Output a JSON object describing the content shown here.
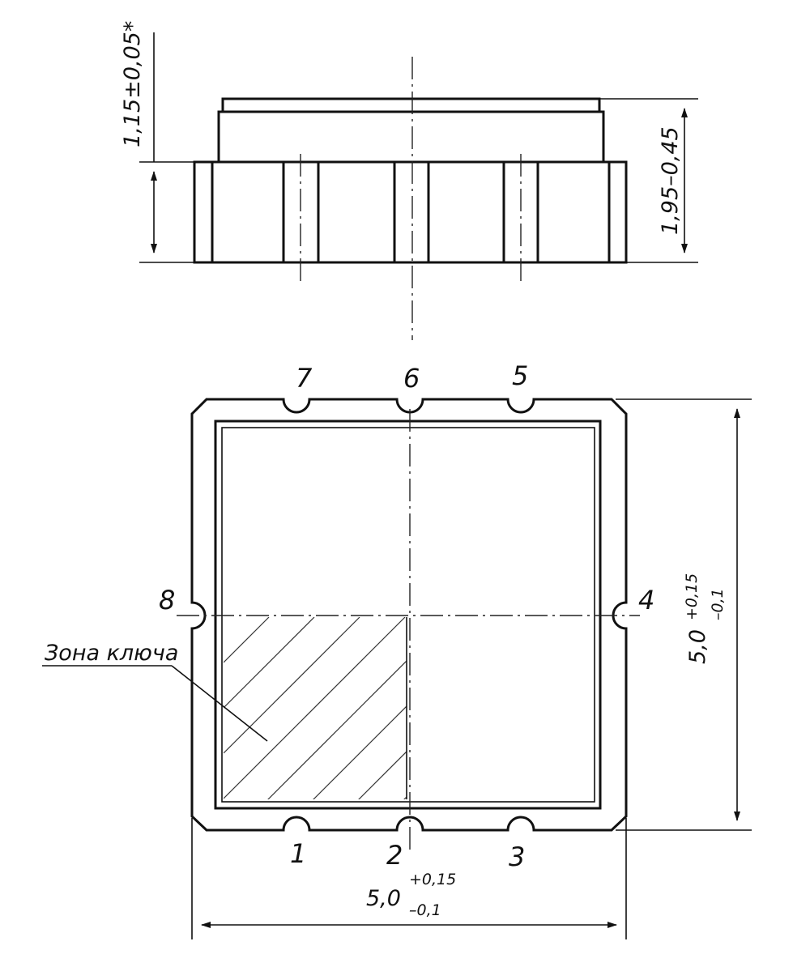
{
  "side_view": {
    "height_dimension": "1,15±0,05*",
    "body_height_dimension": "1,95–0,45"
  },
  "top_view": {
    "pins": [
      "1",
      "2",
      "3",
      "4",
      "5",
      "6",
      "7",
      "8"
    ],
    "key_zone_label": "Зона ключа",
    "width_dimension": {
      "nominal": "5,0",
      "upper": "+0,15",
      "lower": "–0,1"
    },
    "height_dimension": {
      "nominal": "5,0",
      "upper": "+0,15",
      "lower": "–0,1"
    }
  },
  "colors": {
    "line": "#111111",
    "background": "#ffffff"
  }
}
